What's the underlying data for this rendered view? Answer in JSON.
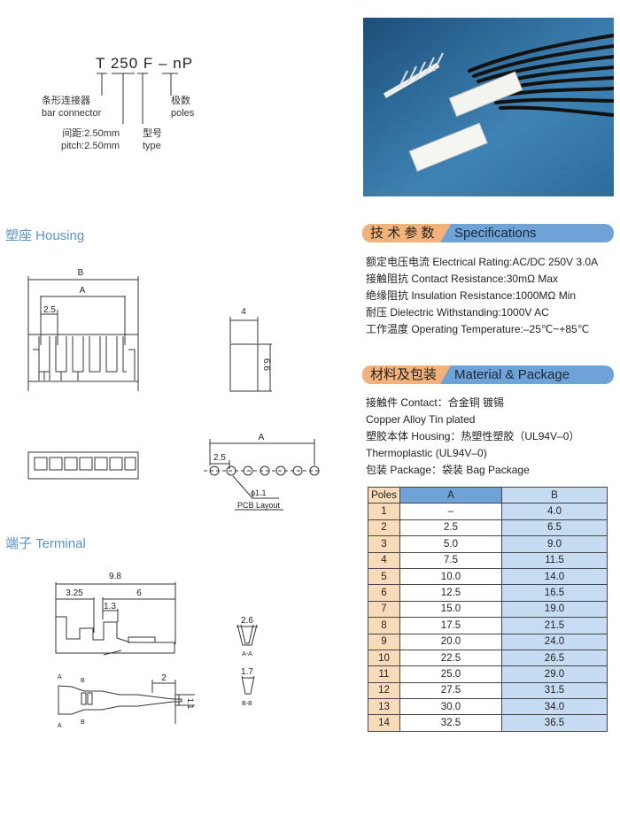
{
  "part_number": {
    "parts": [
      "T",
      "250",
      "F",
      "–",
      "nP"
    ]
  },
  "part_labels": {
    "bar_cn": "条形连接器",
    "bar_en": "bar connector",
    "pitch_cn": "间距:2.50mm",
    "pitch_en": "pitch:2.50mm",
    "type_cn": "型号",
    "type_en": "type",
    "poles_cn": "极数",
    "poles_en": "poles"
  },
  "sections": {
    "housing": "塑座 Housing",
    "terminal": "端子 Terminal"
  },
  "housing_dims": {
    "b": "B",
    "a": "A",
    "pitch": "2.5",
    "width": "4",
    "height": "6.6",
    "pcb_a": "A",
    "pcb_pitch": "2.5",
    "hole": "ϕ1.1",
    "pcb_layout": "PCB Layout"
  },
  "terminal_dims": {
    "total": "9.8",
    "d1": "3.25",
    "d2": "6",
    "d3": "1.3",
    "d4": "2",
    "d5": "1.1",
    "aa_w": "2.6",
    "aa": "A-A",
    "bb_w": "1.7",
    "bb": "B-B",
    "sec_a": "A",
    "sec_b": "B"
  },
  "specs": {
    "title_cn": "技 术 参 数",
    "title_en": "Specifications",
    "lines": [
      "额定电压电流 Electrical Rating:AC/DC 250V 3.0A",
      "接触阻抗 Contact Resistance:30mΩ Max",
      "绝缘阻抗 Insulation Resistance:1000MΩ Min",
      "耐压 Dielectric Withstanding:1000V AC",
      "工作温度 Operating Temperature:–25℃~+85℃"
    ]
  },
  "material": {
    "title_cn": "材料及包装",
    "title_en": "Material & Package",
    "lines": [
      "接触件 Contact：合金铜 镀锡",
      "Copper Alloy Tin plated",
      "塑胶本体 Housing：热塑性塑胶（UL94V–0）",
      "Thermoplastic (UL94V–0)",
      "包装 Package：袋装 Bag Package"
    ]
  },
  "table": {
    "headers": [
      "Poles",
      "A",
      "B"
    ],
    "rows": [
      [
        "1",
        "–",
        "4.0"
      ],
      [
        "2",
        "2.5",
        "6.5"
      ],
      [
        "3",
        "5.0",
        "9.0"
      ],
      [
        "4",
        "7.5",
        "11.5"
      ],
      [
        "5",
        "10.0",
        "14.0"
      ],
      [
        "6",
        "12.5",
        "16.5"
      ],
      [
        "7",
        "15.0",
        "19.0"
      ],
      [
        "8",
        "17.5",
        "21.5"
      ],
      [
        "9",
        "20.0",
        "24.0"
      ],
      [
        "10",
        "22.5",
        "26.5"
      ],
      [
        "11",
        "25.0",
        "29.0"
      ],
      [
        "12",
        "27.5",
        "31.5"
      ],
      [
        "13",
        "30.0",
        "34.0"
      ],
      [
        "14",
        "32.5",
        "36.5"
      ]
    ]
  }
}
